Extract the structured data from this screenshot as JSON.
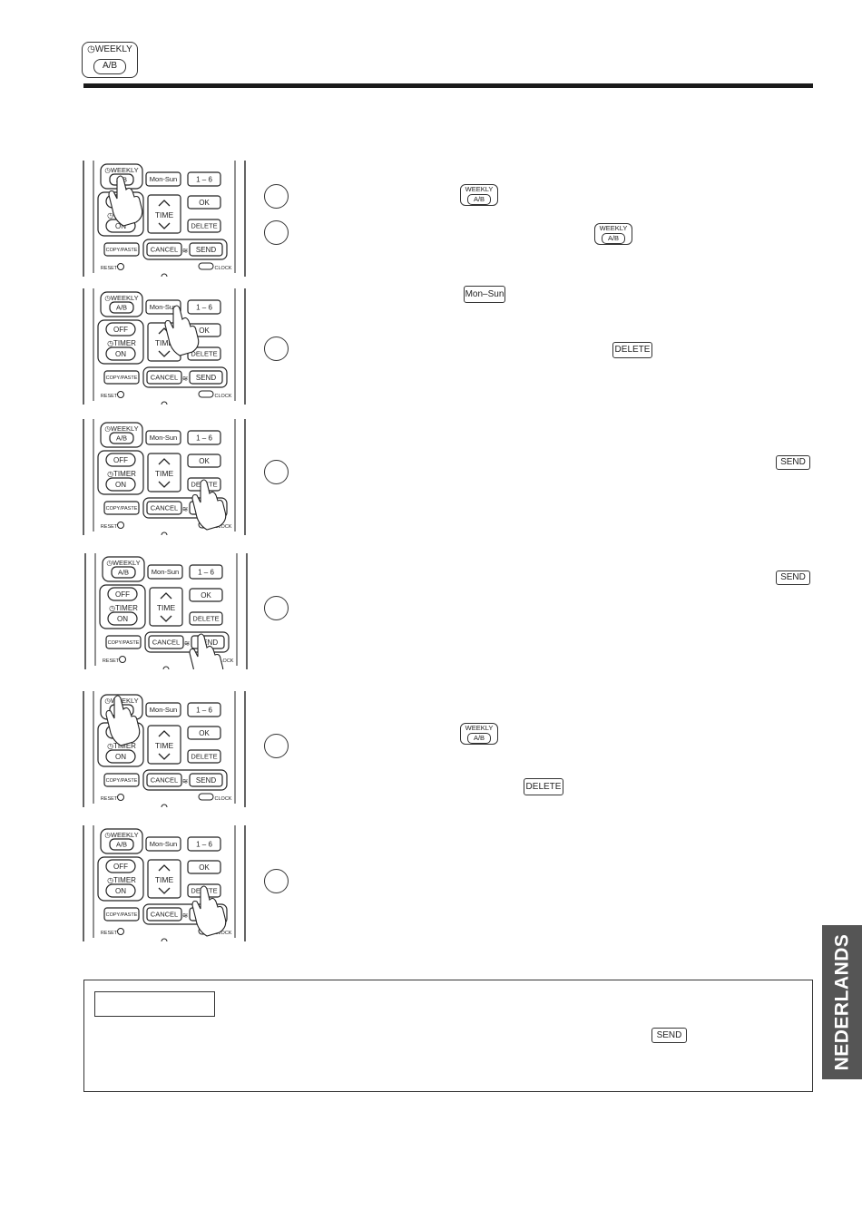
{
  "header": {
    "weekly_label": "WEEKLY",
    "ab_label": "A/B"
  },
  "remote": {
    "weekly": "WEEKLY",
    "ab": "A/B",
    "mon_sun": "Mon-Sun",
    "one_six": "1 – 6",
    "off": "OFF",
    "timer": "TIMER",
    "on": "ON",
    "time": "TIME",
    "ok": "OK",
    "delete": "DELETE",
    "copy_paste": "COPY/PASTE",
    "cancel": "CANCEL",
    "send": "SEND",
    "reset": "RESET",
    "clock": "CLOCK"
  },
  "inline_buttons": {
    "weekly_1": "WEEKLY",
    "ab_1": "A/B",
    "weekly_2": "WEEKLY",
    "ab_2": "A/B",
    "mon_sun": "Mon–Sun",
    "delete_1": "DELETE",
    "send_1": "SEND",
    "send_2": "SEND",
    "weekly_3": "WEEKLY",
    "ab_3": "A/B",
    "delete_2": "DELETE",
    "send_note": "SEND"
  },
  "side_tab": "NEDERLANDS",
  "colors": {
    "ink": "#222222",
    "rule": "#1a1a1a",
    "tab": "#555555"
  }
}
